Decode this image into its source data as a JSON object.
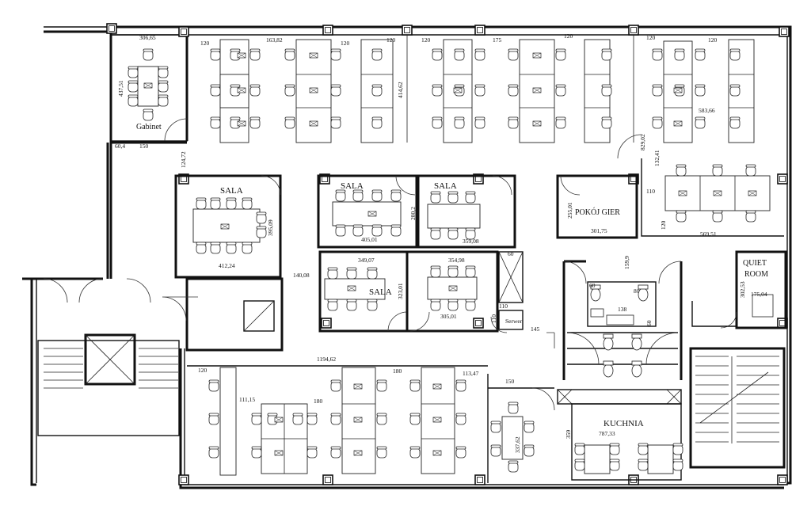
{
  "rooms": {
    "gabinet": "Gabinet",
    "sala_1": "SALA",
    "sala_2": "SALA",
    "sala_3": "SALA",
    "sala_4": "SALA",
    "pokoj_gier": "POKÓJ GIER",
    "quiet": "QUIET",
    "room": "ROOM",
    "serwer": "Serwer",
    "kuchnia": "KUCHNIA"
  },
  "dimensions": {
    "d_306_65": "306,65",
    "d_120_a": "120",
    "d_163_82": "163,82",
    "d_120_b": "120",
    "d_120_c": "120",
    "d_120_d": "120",
    "d_175": "175",
    "d_120_e": "120",
    "d_120_f": "120",
    "d_120_g": "120",
    "d_437_51": "437,51",
    "d_414_62": "414,62",
    "d_583_66": "583,66",
    "d_60_4": "60,4",
    "d_150_a": "150",
    "d_124_72": "124,72",
    "d_829_02": "829,02",
    "d_132_41": "132,41",
    "d_110_a": "110",
    "d_280_2": "280,2",
    "d_255_01": "255,01",
    "d_395_09": "395,09",
    "d_405_01": "405,01",
    "d_359_08": "359,08",
    "d_301_75": "301,75",
    "d_412_24": "412,24",
    "d_569_51": "569,51",
    "d_120_h": "120",
    "d_140_08": "140,08",
    "d_349_07": "349,07",
    "d_354_98": "354,98",
    "d_60_a": "60",
    "d_159_9": "159,9",
    "d_302_53": "302,53",
    "d_175_04": "175,04",
    "d_323_01": "323,01",
    "d_60_b": "60",
    "d_80": "80",
    "d_138": "138",
    "d_60_c": "60",
    "d_110_b": "110",
    "d_110_c": "110",
    "d_305_01": "305,01",
    "d_145": "145",
    "d_1194_62": "1194,62",
    "d_120_i": "120",
    "d_180_a": "180",
    "d_113_47": "113,47",
    "d_150_b": "150",
    "d_111_15": "111,15",
    "d_180_b": "180",
    "d_337_62": "337,62",
    "d_359": "359",
    "d_787_33": "787,33"
  },
  "colors": {
    "wall": "#111111",
    "paper": "#ffffff"
  }
}
